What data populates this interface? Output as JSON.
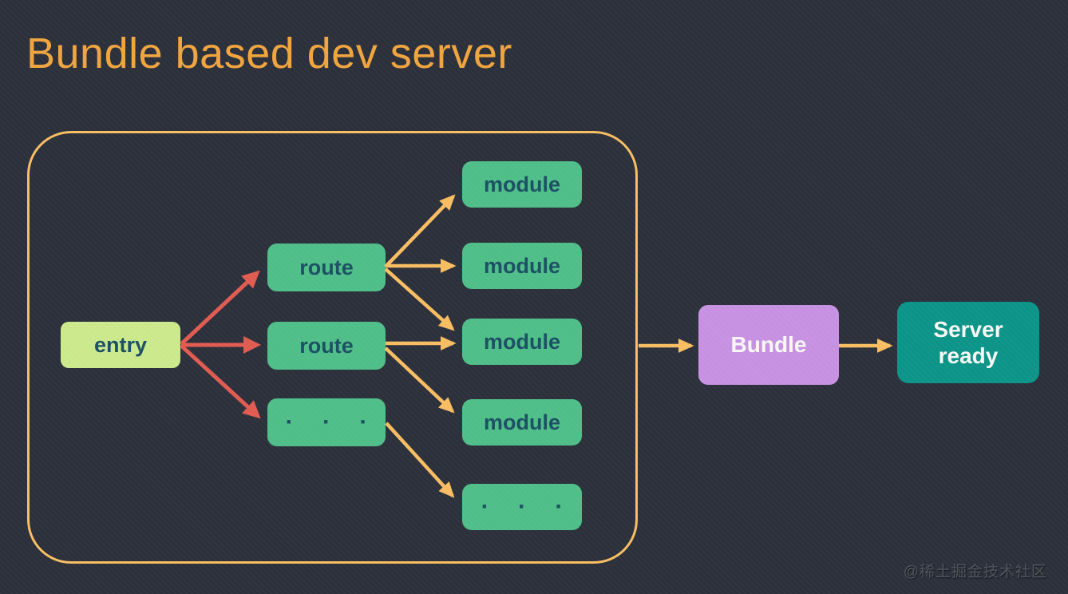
{
  "title": "Bundle based dev server",
  "watermark": "@稀土掘金技术社区",
  "colors": {
    "bg": "#2b303b",
    "title": "#f0a43e",
    "orange": "#f8bd62",
    "red": "#e05b50",
    "entry": "#cbe98c",
    "node": "#4fbe88",
    "nodetext": "#1b4f63",
    "bundle": "#c791e2",
    "server": "#0c9488",
    "lighttext": "#f7f8f4"
  },
  "diagram": {
    "entry": {
      "label": "entry"
    },
    "routes": [
      {
        "label": "route"
      },
      {
        "label": "route"
      },
      {
        "label": "· · ·"
      }
    ],
    "modules": [
      {
        "label": "module"
      },
      {
        "label": "module"
      },
      {
        "label": "module"
      },
      {
        "label": "module"
      },
      {
        "label": "· · ·"
      }
    ],
    "bundle": {
      "label": "Bundle"
    },
    "server": {
      "lines": [
        "Server",
        "ready"
      ]
    }
  }
}
